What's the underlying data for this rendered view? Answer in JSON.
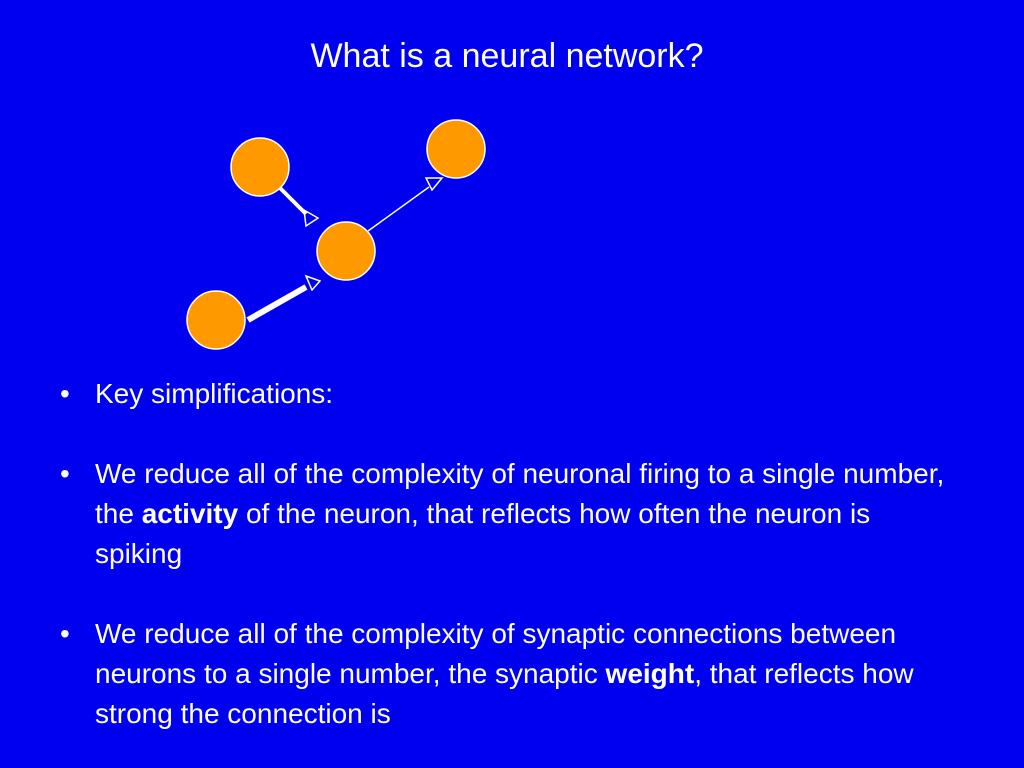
{
  "slide": {
    "title": "What is a neural network?",
    "colors": {
      "background": "#0000f0",
      "neuron_fill": "#ff9900",
      "neuron_stroke": "#ffffff",
      "text": "#ffffff"
    },
    "diagram": {
      "neuron_count": 4,
      "connections": [
        {
          "from": "top-left",
          "to": "center",
          "strength": "medium"
        },
        {
          "from": "bottom-left",
          "to": "center",
          "strength": "strong"
        },
        {
          "from": "center",
          "to": "top-right",
          "strength": "weak"
        }
      ]
    },
    "bullet_marker": "•",
    "bullets": [
      {
        "text": "Key simplifications:"
      },
      {
        "pre": "We reduce all of the complexity of neuronal firing to a single number, the ",
        "bold": "activity",
        "post": " of the neuron, that reflects how often the neuron is spiking"
      },
      {
        "pre": "We reduce all of the complexity of synaptic connections between neurons to a single number, the synaptic ",
        "bold": "weight",
        "post": ", that reflects how strong the connection is"
      }
    ]
  }
}
